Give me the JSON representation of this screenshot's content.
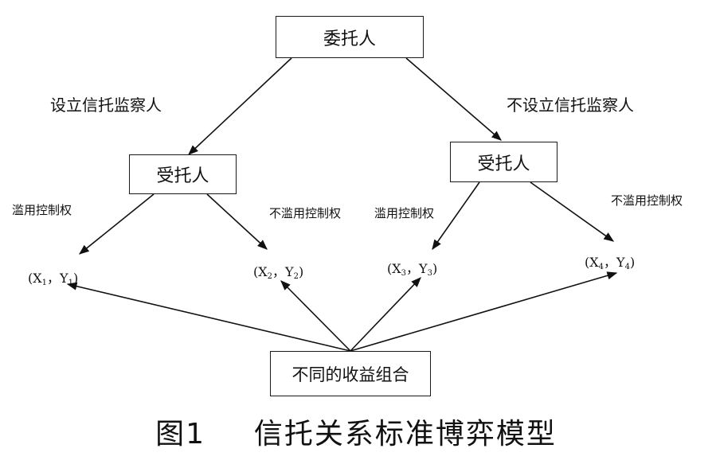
{
  "nodes": {
    "principal": "委托人",
    "trustee_left": "受托人",
    "trustee_right": "受托人",
    "outcomes": "不同的收益组合"
  },
  "branches": {
    "with_supervisor": "设立信托监察人",
    "without_supervisor": "不设立信托监察人",
    "abuse_left": "滥用控制权",
    "no_abuse_left": "不滥用控制权",
    "abuse_right": "滥用控制权",
    "no_abuse_right": "不滥用控制权"
  },
  "payoffs": [
    {
      "open": "(X",
      "s1": "1",
      "sep": "，Y",
      "s2": "1",
      "close": ")"
    },
    {
      "open": "(X",
      "s1": "2",
      "sep": "，Y",
      "s2": "2",
      "close": ")"
    },
    {
      "open": "(X",
      "s1": "3",
      "sep": "，Y",
      "s2": "3",
      "close": ")"
    },
    {
      "open": "(X",
      "s1": "4",
      "sep": "，Y",
      "s2": "4",
      "close": ")"
    }
  ],
  "caption": {
    "number": "图1",
    "title": "信托关系标准博弈模型"
  }
}
